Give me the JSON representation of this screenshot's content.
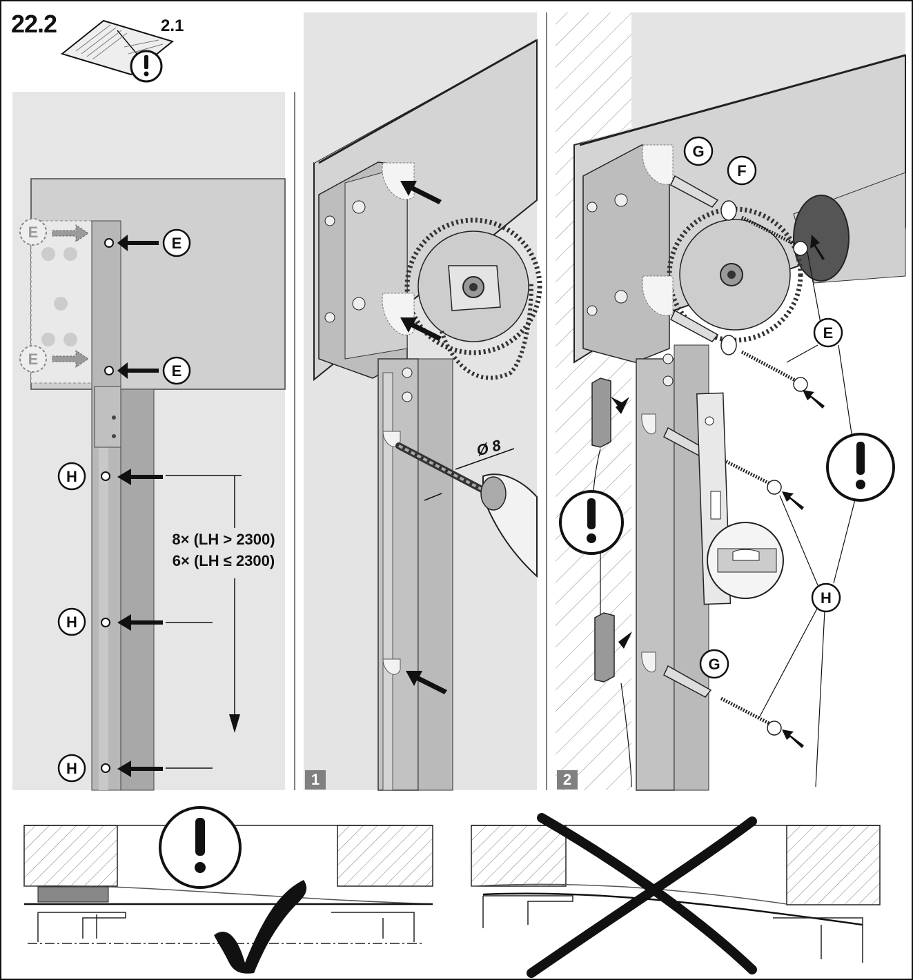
{
  "header": {
    "section_number": "22.2",
    "reference_number": "2.1",
    "manual_icon": "manual-warning-icon"
  },
  "detail_left": {
    "callouts": {
      "e": "E",
      "h": "H"
    },
    "quantity_note": {
      "line1": "8× (LH > 2300)",
      "line2": "6× (LH ≤ 2300)"
    }
  },
  "panel_1": {
    "step_number": "1",
    "drill_diameter": "Ø 8"
  },
  "panel_2": {
    "step_number": "2",
    "callouts": {
      "g": "G",
      "f": "F",
      "e": "E",
      "h": "H"
    },
    "icons": [
      "warning-icon",
      "spirit-level-icon"
    ]
  },
  "bottom": {
    "correct_icon": "checkmark-icon",
    "incorrect_icon": "cross-icon",
    "warning_icon": "warning-icon"
  },
  "colors": {
    "panel_gray": "#d9d9d9",
    "metal_gray": "#c4c4c4",
    "dark_gray": "#808080",
    "outline": "#111111"
  }
}
